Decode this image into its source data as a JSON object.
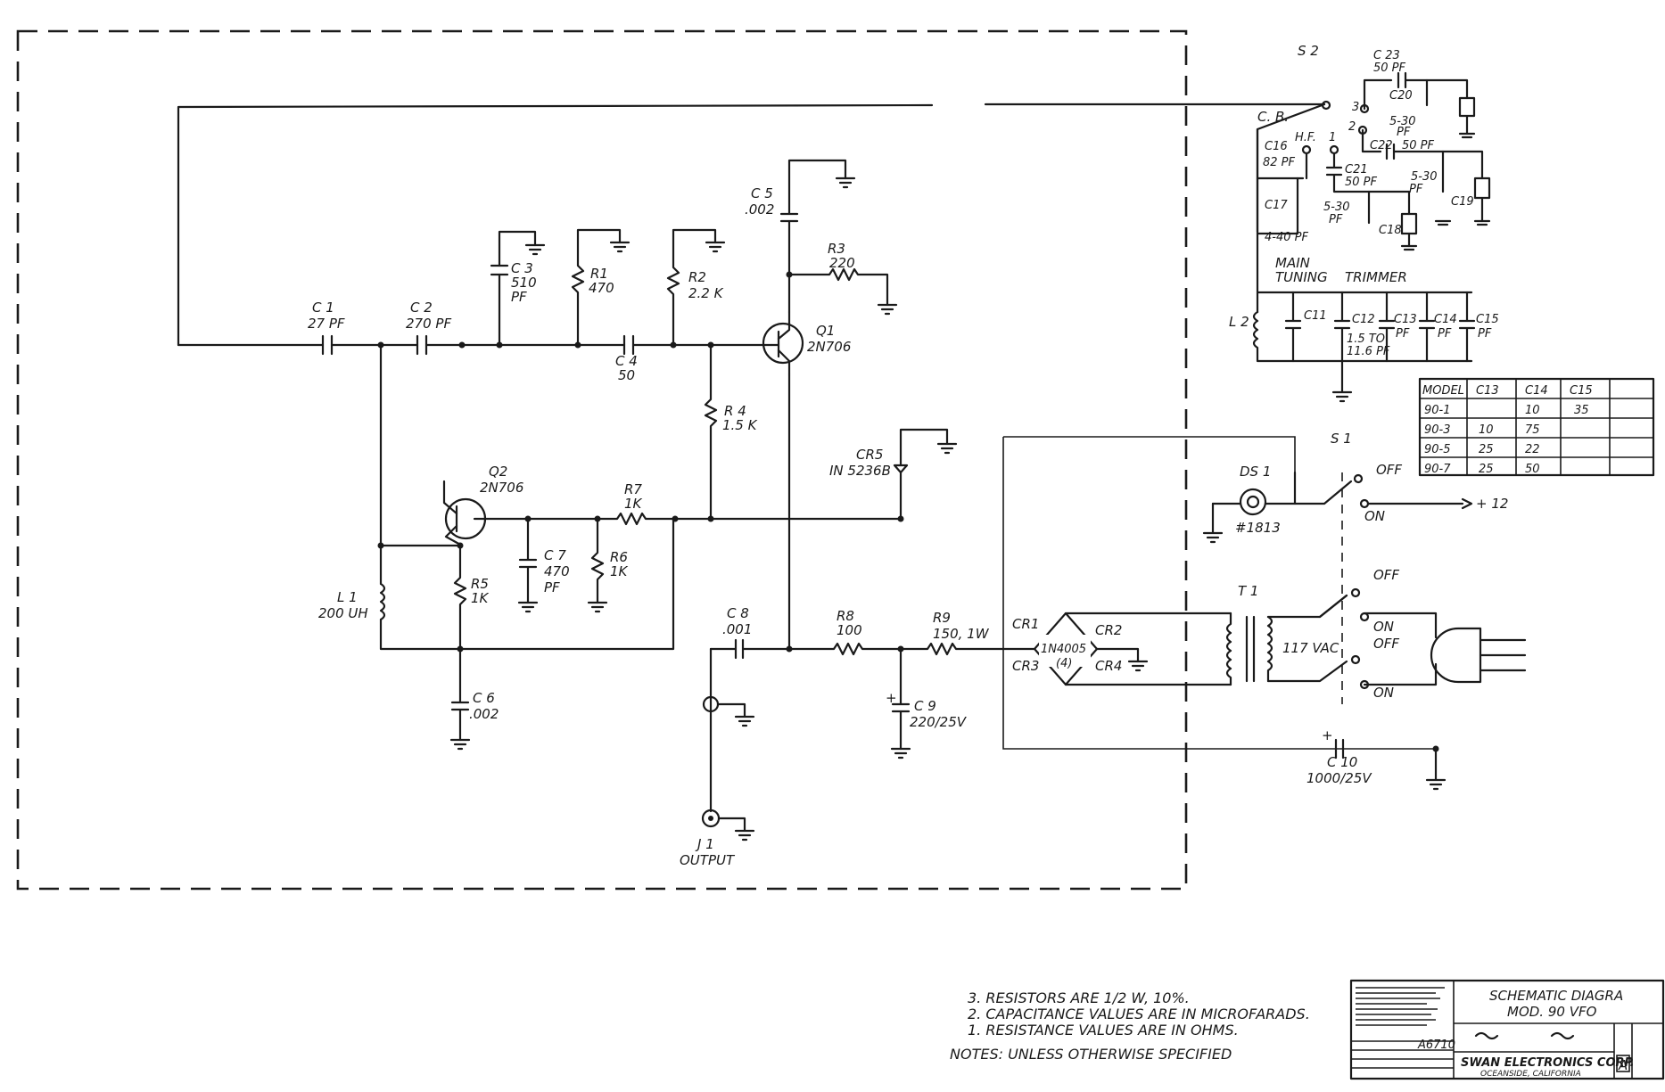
{
  "components": {
    "c1": {
      "ref": "C 1",
      "value": "27 PF"
    },
    "c2": {
      "ref": "C 2",
      "value": "270 PF"
    },
    "c3": {
      "ref": "C 3",
      "value": "510",
      "unit": "PF"
    },
    "r1": {
      "ref": "R1",
      "value": "470"
    },
    "r2": {
      "ref": "R2",
      "value": "2.2 K"
    },
    "c4": {
      "ref": "C 4",
      "value": "50"
    },
    "c5": {
      "ref": "C 5",
      "value": ".002"
    },
    "r3": {
      "ref": "R3",
      "value": "220"
    },
    "q1": {
      "ref": "Q1",
      "value": "2N706"
    },
    "r4": {
      "ref": "R 4",
      "value": "1.5 K"
    },
    "q2": {
      "ref": "Q2",
      "value": "2N706"
    },
    "r7": {
      "ref": "R7",
      "value": "1K"
    },
    "c7": {
      "ref": "C 7",
      "value": "470",
      "unit": "PF"
    },
    "r6": {
      "ref": "R6",
      "value": "1K"
    },
    "l1": {
      "ref": "L 1",
      "value": "200 UH"
    },
    "r5": {
      "ref": "R5",
      "value": "1K"
    },
    "c6": {
      "ref": "C 6",
      "value": ".002"
    },
    "cr5": {
      "ref": "CR5",
      "value": "IN 5236B"
    },
    "c8": {
      "ref": "C 8",
      "value": ".001"
    },
    "r8": {
      "ref": "R8",
      "value": "100"
    },
    "r9": {
      "ref": "R9",
      "value": "150, 1W"
    },
    "c9": {
      "ref": "C 9",
      "value": "220/25V"
    },
    "j1": {
      "ref": "J 1",
      "value": "OUTPUT"
    },
    "s2": {
      "ref": "S 2"
    },
    "c23": {
      "ref": "C 23",
      "value": "50 PF"
    },
    "c20": {
      "ref": "C20",
      "value": "5-30",
      "unit": "PF"
    },
    "cb": {
      "label": "C. B."
    },
    "hf": {
      "label": "H.F."
    },
    "c16": {
      "ref": "C16",
      "value": "82 PF"
    },
    "c17": {
      "ref": "C17",
      "value": "4-40 PF"
    },
    "c21": {
      "ref": "C21",
      "value": "50 PF"
    },
    "c22": {
      "ref": "C22",
      "value": "50 PF"
    },
    "c18": {
      "ref": "C18",
      "value": "5-30",
      "unit": "PF"
    },
    "c19": {
      "ref": "C19",
      "value": "5-30",
      "unit": "PF"
    },
    "sw_pos": {
      "p1": "1",
      "p2": "2",
      "p3": "3"
    },
    "l2": {
      "ref": "L 2"
    },
    "tuning": {
      "main": "MAIN",
      "tuning": "TUNING",
      "trimmer": "TRIMMER"
    },
    "c11": {
      "ref": "C11"
    },
    "c12": {
      "ref": "C12",
      "value": "1.5 TO",
      "value2": "11.6 PF"
    },
    "c13": {
      "ref": "C13",
      "unit": "PF"
    },
    "c14": {
      "ref": "C14",
      "unit": "PF"
    },
    "c15": {
      "ref": "C15",
      "unit": "PF"
    },
    "s1": {
      "ref": "S 1"
    },
    "ds1": {
      "ref": "DS 1",
      "value": "#1813"
    },
    "sw": {
      "off": "OFF",
      "on": "ON",
      "plus12": "+ 12"
    },
    "t1": {
      "ref": "T 1",
      "value": "117 VAC"
    },
    "bridge": {
      "cr1": "CR1",
      "cr2": "CR2",
      "cr3": "CR3",
      "cr4": "CR4",
      "part": "1N4005",
      "qty": "(4)"
    },
    "c10": {
      "ref": "C 10",
      "value": "1000/25V"
    }
  },
  "model_table": {
    "headers": [
      "MODEL",
      "C13",
      "C14",
      "C15",
      ""
    ],
    "rows": [
      [
        "90-1",
        "",
        "10",
        "35",
        ""
      ],
      [
        "90-3",
        "10",
        "75",
        "",
        ""
      ],
      [
        "90-5",
        "25",
        "22",
        "",
        ""
      ],
      [
        "90-7",
        "25",
        "50",
        "",
        ""
      ]
    ]
  },
  "notes": {
    "n3": "3. RESISTORS ARE 1/2 W, 10%.",
    "n2": "2. CAPACITANCE VALUES ARE IN MICROFARADS.",
    "n1": "1. RESISTANCE VALUES ARE IN OHMS.",
    "header": "NOTES: UNLESS OTHERWISE SPECIFIED"
  },
  "title_block": {
    "title_line1": "SCHEMATIC DIAGRA",
    "title_line2": "MOD. 90   VFO",
    "company": "SWAN ELECTRONICS CORP.",
    "address": "OCEANSIDE, CALIFORNIA",
    "rev": "A",
    "doc_no": "A6710"
  }
}
